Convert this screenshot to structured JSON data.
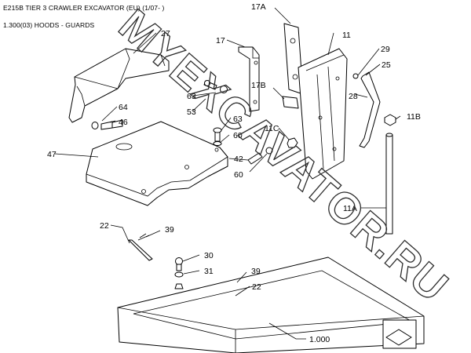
{
  "header": {
    "title": "E215B TIER 3 CRAWLER EXCAVATOR (EU) (1/07- )",
    "subtitle": "1.300(03) HOODS - GUARDS"
  },
  "watermark": "MYEXCAVATOR.RU",
  "callouts": {
    "c17A": "17A",
    "c11": "11",
    "c27": "27",
    "c17": "17",
    "c29": "29",
    "c25": "25",
    "c17B": "17B",
    "c28": "28",
    "c63a": "63",
    "c53": "53",
    "c64": "64",
    "c46": "46",
    "c63b": "63",
    "c11B": "11B",
    "c11C": "11C",
    "c60a": "60",
    "c47": "47",
    "c42": "42",
    "c60b": "60",
    "c11A": "11A",
    "c22a": "22",
    "c39a": "39",
    "c30": "30",
    "c31": "31",
    "c39b": "39",
    "c22b": "22",
    "c1000": "1.000"
  },
  "colors": {
    "line": "#000000",
    "background": "#ffffff",
    "watermark": "#2c2c2c"
  }
}
